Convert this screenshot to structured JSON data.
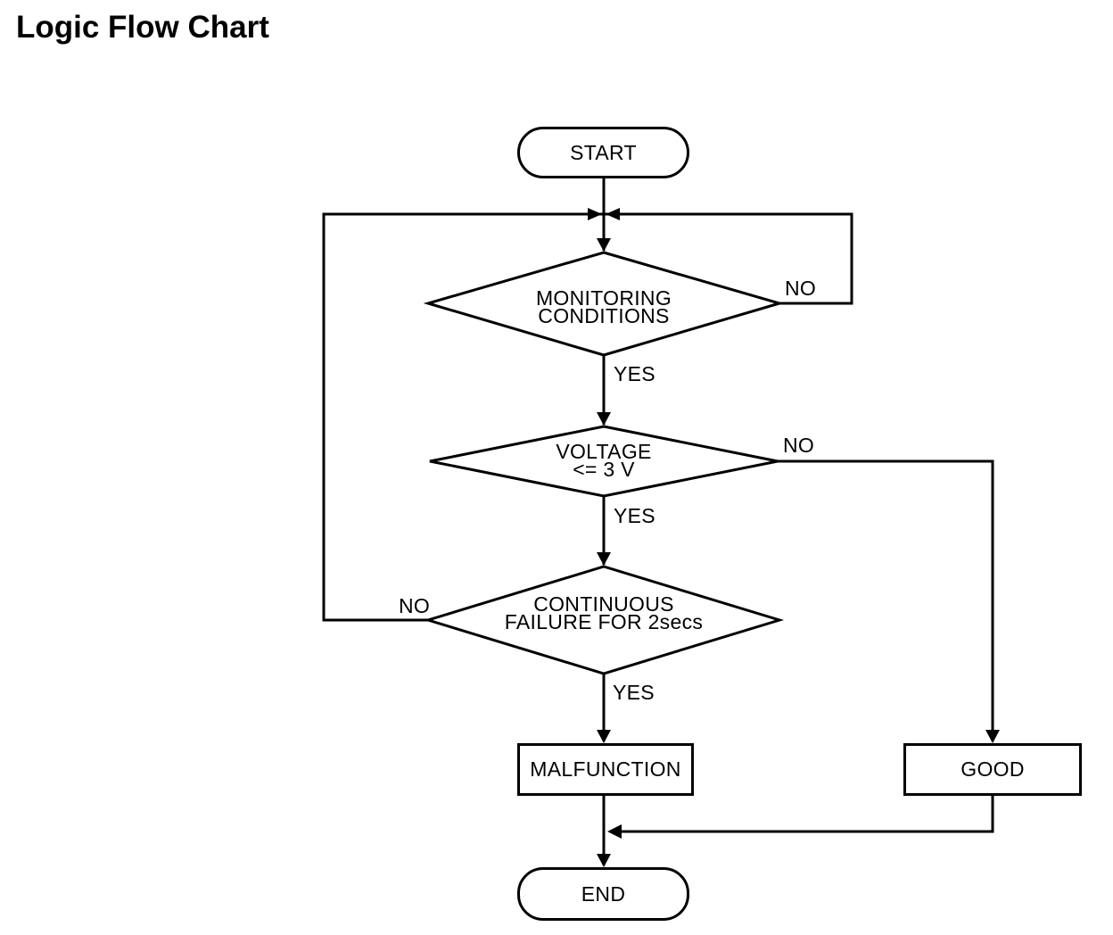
{
  "title": "Logic Flow Chart",
  "colors": {
    "line": "#000000",
    "background": "#ffffff",
    "text": "#000000"
  },
  "flowchart": {
    "nodes": {
      "start": {
        "label": "START"
      },
      "monitoring": {
        "line1": "MONITORING",
        "line2": "CONDITIONS"
      },
      "voltage": {
        "line1": "VOLTAGE",
        "line2": "<= 3 V"
      },
      "continuous": {
        "line1": "CONTINUOUS",
        "line2": "FAILURE FOR 2secs"
      },
      "malfunction": {
        "label": "MALFUNCTION"
      },
      "good": {
        "label": "GOOD"
      },
      "end": {
        "label": "END"
      }
    },
    "edge_labels": {
      "monitoring_no": "NO",
      "monitoring_yes": "YES",
      "voltage_no": "NO",
      "voltage_yes": "YES",
      "continuous_no": "NO",
      "continuous_yes": "YES"
    }
  }
}
